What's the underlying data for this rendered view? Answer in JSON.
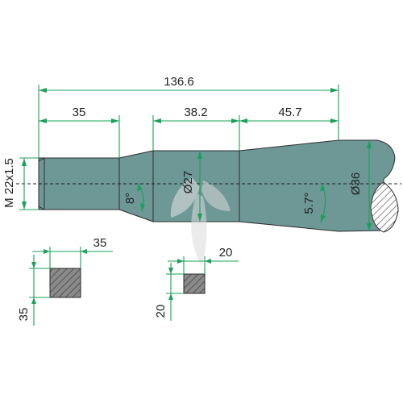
{
  "colors": {
    "shaft": "#6e9896",
    "shaft_dark": "#5d8785",
    "dimension": "#1aa05a",
    "text": "#222222",
    "watermark": "#c9c9c9",
    "hatch_fill": "#8a8a8a",
    "cut_face": "#ffffff"
  },
  "dimensions": {
    "overall_length": "136.6",
    "thread_length": "35",
    "taper_start": "38.2",
    "taper_end": "45.7",
    "thread_spec": "M 22x1.5",
    "diameter_mid": "Ø27",
    "diameter_end": "Ø36",
    "angle_small": "8°",
    "angle_large": "5.7°"
  },
  "sections": {
    "square_large": {
      "width": "35",
      "height": "35"
    },
    "square_small": {
      "width": "20",
      "height": "20"
    }
  },
  "icons": {
    "watermark": "leaf-logo-icon",
    "cut_end": "hatched-section-icon"
  }
}
